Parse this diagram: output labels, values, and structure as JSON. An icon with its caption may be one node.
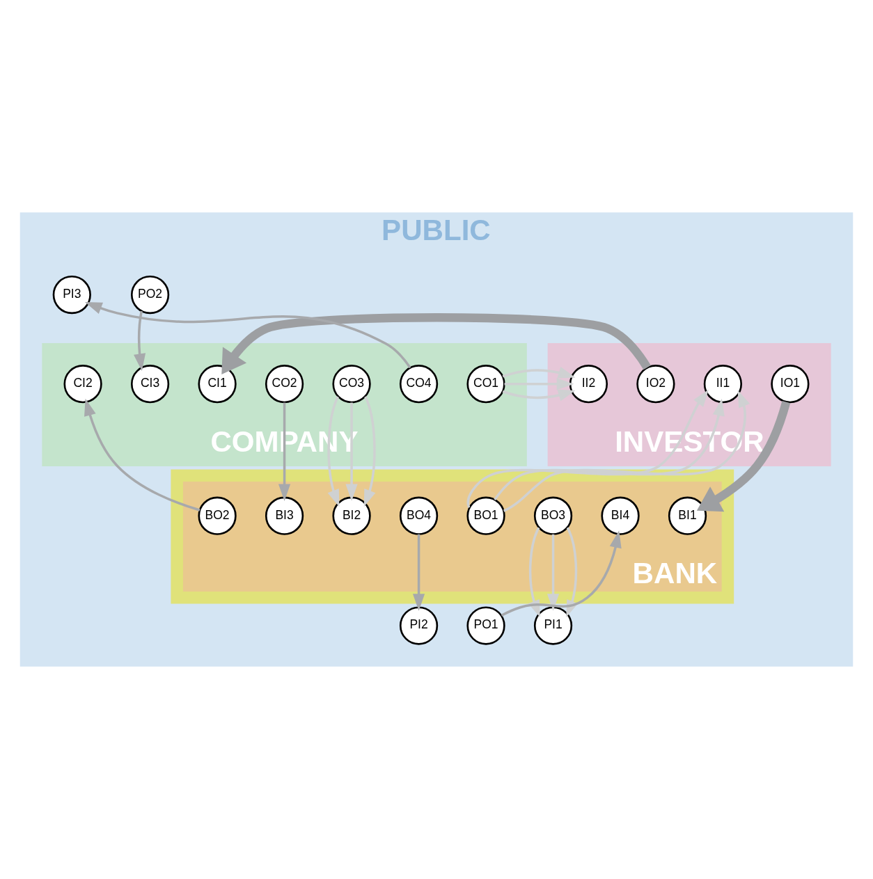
{
  "diagram": {
    "nodes": [
      {
        "text": [
          "PUBLIC"
        ]
      },
      {
        "text": [
          "INVESTOR"
        ],
        "in": 0
      },
      {
        "text": [
          "IO2"
        ],
        "in": 1
      },
      {
        "text": [
          "II2"
        ],
        "in": 1
      },
      {
        "text": [
          "IO1"
        ],
        "in": 1
      },
      {
        "text": [
          "II1"
        ],
        "in": 1
      },
      {
        "text": [
          "COMPANY"
        ],
        "in": 0
      },
      {
        "text": [
          "CI1"
        ],
        "in": 6
      },
      {
        "text": [
          "CI3"
        ],
        "in": 6
      },
      {
        "text": [
          "CO1"
        ],
        "in": 6
      },
      {
        "text": [
          "CO4"
        ],
        "in": 6
      },
      {
        "text": [
          "CO3"
        ],
        "in": 6
      },
      {
        "text": [
          "CO2"
        ],
        "in": 6
      },
      {
        "text": [
          "CI2"
        ],
        "in": 6
      },
      {
        "text": [
          "BANK"
        ],
        "in": 0
      },
      {
        "text": [
          "BO1"
        ],
        "in": 14
      },
      {
        "text": [
          "BI2"
        ],
        "in": 14
      },
      {
        "text": [
          "BI3"
        ],
        "in": 14
      },
      {
        "text": [
          "BI1"
        ],
        "in": 14
      },
      {
        "text": [
          "BO2"
        ],
        "in": 14
      },
      {
        "text": [
          "BI4"
        ],
        "in": 14
      },
      {
        "text": [
          "BO3"
        ],
        "in": 14
      },
      {
        "text": [
          "BO4"
        ],
        "in": 14
      },
      {
        "text": [
          "PO2"
        ],
        "in": 0
      },
      {
        "text": [
          "PI3"
        ],
        "in": 0
      },
      {
        "text": [
          "PO1"
        ],
        "in": 0
      },
      {
        "text": [
          "PI1"
        ],
        "in": 0
      },
      {
        "text": [
          "PI2"
        ],
        "in": 0
      }
    ],
    "edges": [
      {
        "from": 2,
        "to": 7,
        "arrow": "to",
        "style": "thick",
        "color": "#9d9fa2"
      },
      {
        "from": 9,
        "to": 3,
        "arrow": "to"
      },
      {
        "from": 9,
        "to": 3,
        "arrow": "to"
      },
      {
        "from": 9,
        "to": 3,
        "arrow": "to"
      },
      {
        "from": 23,
        "to": 8,
        "arrow": "to",
        "color": "#a7a9ac"
      },
      {
        "from": 10,
        "to": 24,
        "arrow": "to",
        "color": "#a7a9ac"
      },
      {
        "from": 4,
        "to": 18,
        "arrow": "to",
        "style": "thick",
        "color": "#9d9fa2"
      },
      {
        "from": 15,
        "to": 5,
        "arrow": "to"
      },
      {
        "from": 15,
        "to": 5,
        "arrow": "to"
      },
      {
        "from": 15,
        "to": 5,
        "arrow": "to"
      },
      {
        "from": 11,
        "to": 16,
        "arrow": "to"
      },
      {
        "from": 11,
        "to": 16,
        "arrow": "to"
      },
      {
        "from": 11,
        "to": 16,
        "arrow": "to"
      },
      {
        "from": 12,
        "to": 17,
        "arrow": "to",
        "color": "#a7a9ac"
      },
      {
        "from": 19,
        "to": 13,
        "arrow": "to",
        "color": "#a7a9ac"
      },
      {
        "from": 25,
        "to": 20,
        "arrow": "to",
        "color": "#a7a9ac"
      },
      {
        "from": 21,
        "to": 26,
        "arrow": "to"
      },
      {
        "from": 21,
        "to": 26,
        "arrow": "to"
      },
      {
        "from": 21,
        "to": 26,
        "arrow": "to"
      },
      {
        "from": 22,
        "to": 27,
        "arrow": "to",
        "color": "#a7a9ac"
      }
    ]
  }
}
